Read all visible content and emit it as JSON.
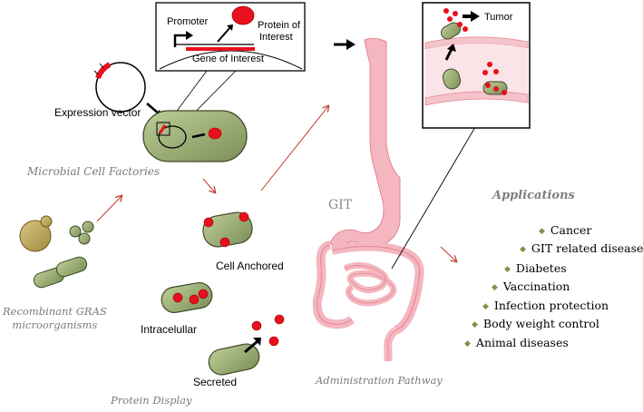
{
  "expression_vector": "Expression vector",
  "microbial_cell_factories": "Microbial Cell Factories",
  "recombinant_gras": [
    "Recombinant GRAS",
    "microorganisms"
  ],
  "inset_gene": {
    "promoter": "Promoter",
    "protein_of_interest": [
      "Protein of",
      "Interest"
    ],
    "gene_of_interest": "Gene of Interest"
  },
  "protein_display": {
    "title": "Protein Display",
    "cell_anchored": "Cell Anchored",
    "intracellular": "Intracelullar",
    "secreted": "Secreted"
  },
  "git": "GIT",
  "administration_pathway": "Administration Pathway",
  "inset_gut": {
    "tumor": "Tumor"
  },
  "applications": {
    "title": "Applications",
    "items": [
      "Cancer",
      "GIT related diseases",
      "Diabetes",
      "Vaccination",
      "Infection protection",
      "Body weight control",
      "Animal diseases"
    ]
  },
  "colors": {
    "cell_fill": "#9fb07a",
    "cell_stroke": "#3d4a25",
    "protein_red": "#e8101c",
    "gut_pink": "#f4b6bf",
    "gut_stroke": "#e58595",
    "arrow_red": "#c0392b",
    "bullet": "#8c8a4a"
  }
}
